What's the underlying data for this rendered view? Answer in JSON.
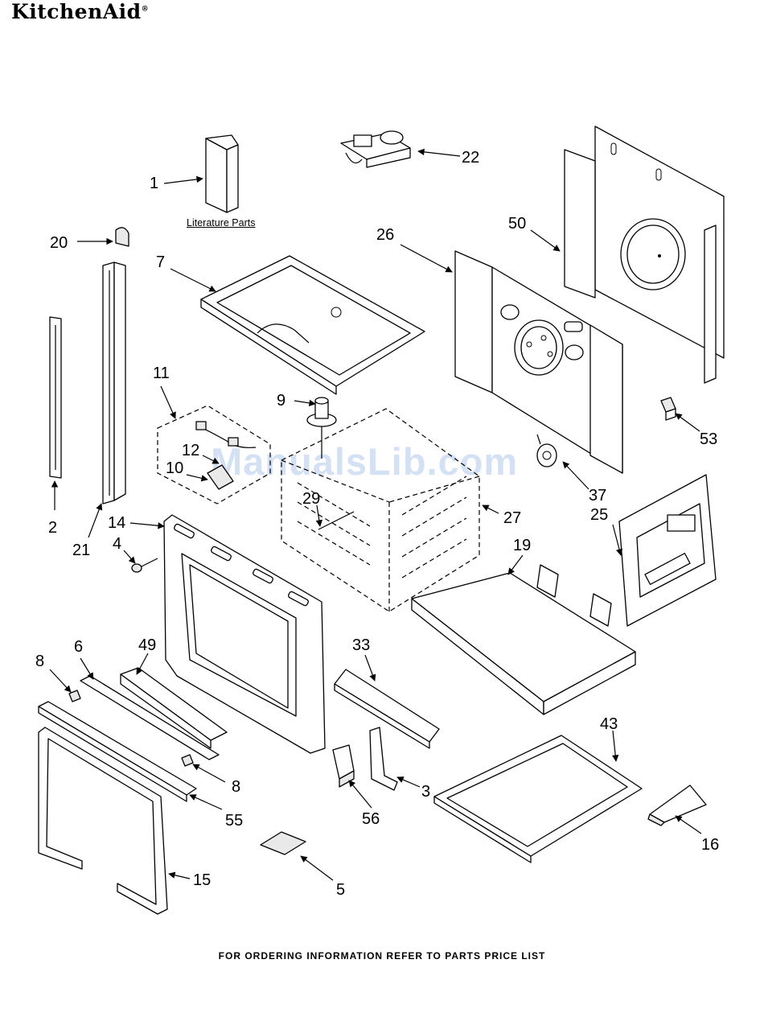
{
  "header": {
    "brand": "KitchenAid",
    "trademark": "®"
  },
  "literature_label": "Literature Parts",
  "footer": "FOR ORDERING INFORMATION REFER TO PARTS PRICE LIST",
  "watermark": "ManualsLib.com",
  "callouts": [
    {
      "id": "c1",
      "label": "1"
    },
    {
      "id": "c2",
      "label": "2"
    },
    {
      "id": "c3",
      "label": "3"
    },
    {
      "id": "c4",
      "label": "4"
    },
    {
      "id": "c5",
      "label": "5"
    },
    {
      "id": "c6",
      "label": "6"
    },
    {
      "id": "c7",
      "label": "7"
    },
    {
      "id": "c8a",
      "label": "8"
    },
    {
      "id": "c8b",
      "label": "8"
    },
    {
      "id": "c9",
      "label": "9"
    },
    {
      "id": "c10",
      "label": "10"
    },
    {
      "id": "c11",
      "label": "11"
    },
    {
      "id": "c12",
      "label": "12"
    },
    {
      "id": "c14",
      "label": "14"
    },
    {
      "id": "c15",
      "label": "15"
    },
    {
      "id": "c16",
      "label": "16"
    },
    {
      "id": "c19",
      "label": "19"
    },
    {
      "id": "c20",
      "label": "20"
    },
    {
      "id": "c21",
      "label": "21"
    },
    {
      "id": "c22",
      "label": "22"
    },
    {
      "id": "c25",
      "label": "25"
    },
    {
      "id": "c26",
      "label": "26"
    },
    {
      "id": "c27",
      "label": "27"
    },
    {
      "id": "c29",
      "label": "29"
    },
    {
      "id": "c33",
      "label": "33"
    },
    {
      "id": "c37",
      "label": "37"
    },
    {
      "id": "c43",
      "label": "43"
    },
    {
      "id": "c49",
      "label": "49"
    },
    {
      "id": "c50",
      "label": "50"
    },
    {
      "id": "c53",
      "label": "53"
    },
    {
      "id": "c55",
      "label": "55"
    },
    {
      "id": "c56",
      "label": "56"
    }
  ]
}
